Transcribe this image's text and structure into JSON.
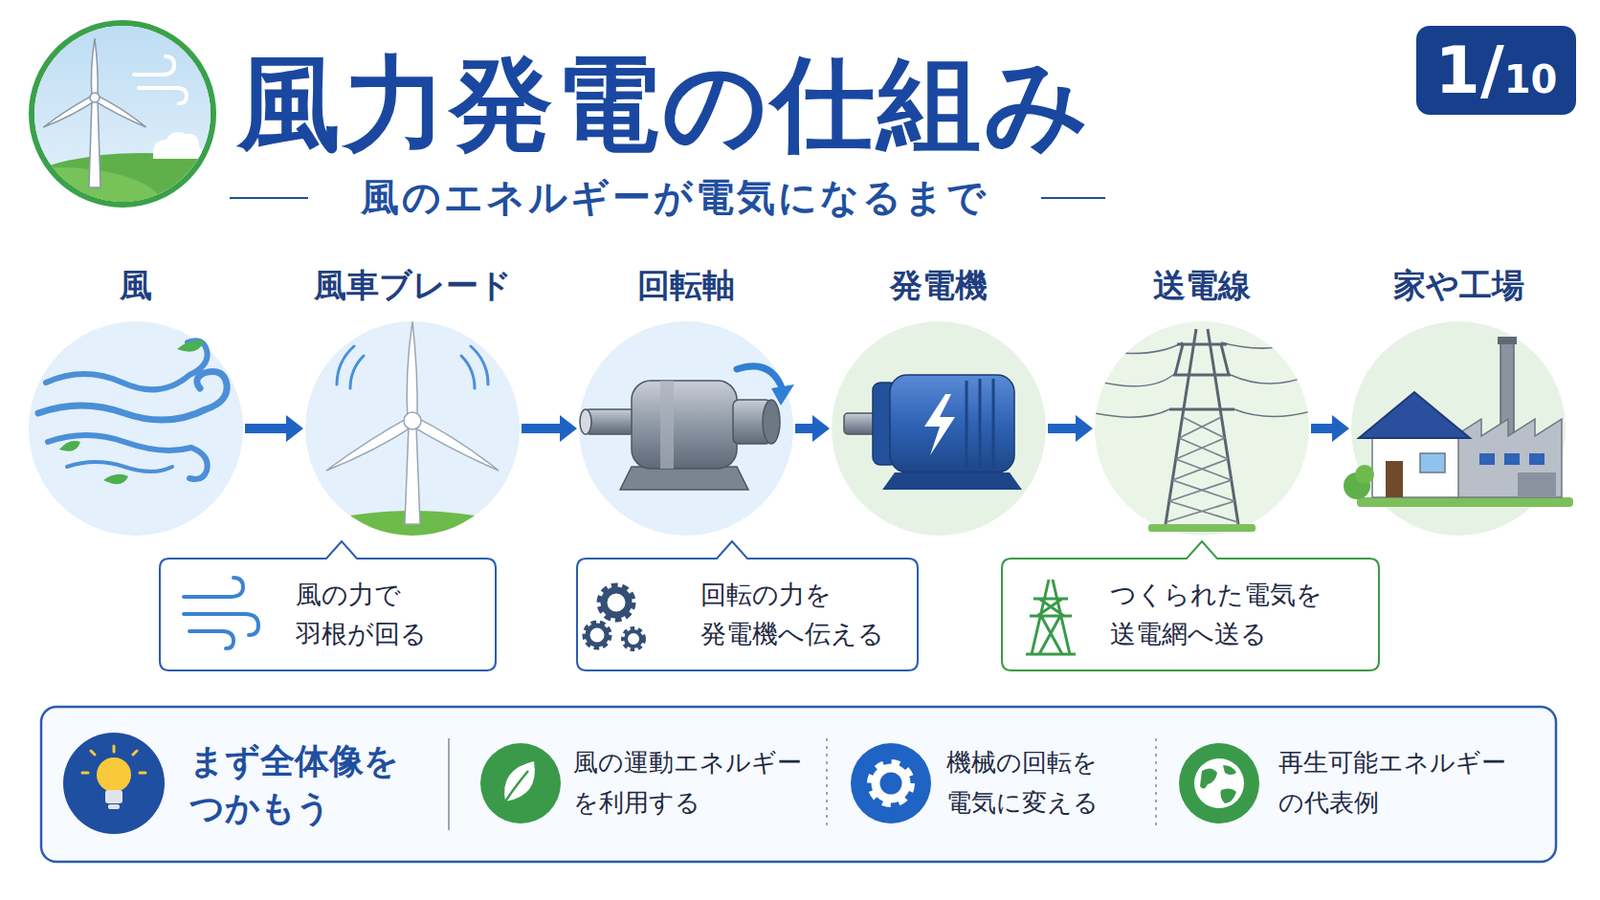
{
  "diagram": {
    "title": "風力発電の仕組み",
    "nodes": [
      {
        "text": [
          "風"
        ]
      },
      {
        "text": [
          "風車ブレード"
        ]
      },
      {
        "text": [
          "回転軸"
        ]
      },
      {
        "text": [
          "発電機"
        ]
      },
      {
        "text": [
          "送電線"
        ]
      },
      {
        "text": [
          "家や工場"
        ]
      },
      {
        "text": [
          "風の力で 羽根が回る"
        ]
      },
      {
        "text": [
          "回転の力を 発電機へ伝える"
        ]
      },
      {
        "text": [
          "つくられた電気を 送電網へ送る"
        ]
      },
      {
        "text": [
          "まず全体像を つかもう",
          "風の運動エネルギー を利用する",
          "機械の回転を 電気に変える",
          "再生可能エネルギー の代表例"
        ]
      }
    ],
    "edges": [
      {
        "from": 0,
        "to": 1,
        "arrow": "to"
      },
      {
        "from": 1,
        "to": 2,
        "arrow": "to"
      },
      {
        "from": 2,
        "to": 3,
        "arrow": "to"
      },
      {
        "from": 3,
        "to": 4,
        "arrow": "to"
      },
      {
        "from": 4,
        "to": 5,
        "arrow": "to"
      }
    ],
    "labels": [
      "風のエネルギーが電気になるまで",
      "1/10"
    ]
  }
}
